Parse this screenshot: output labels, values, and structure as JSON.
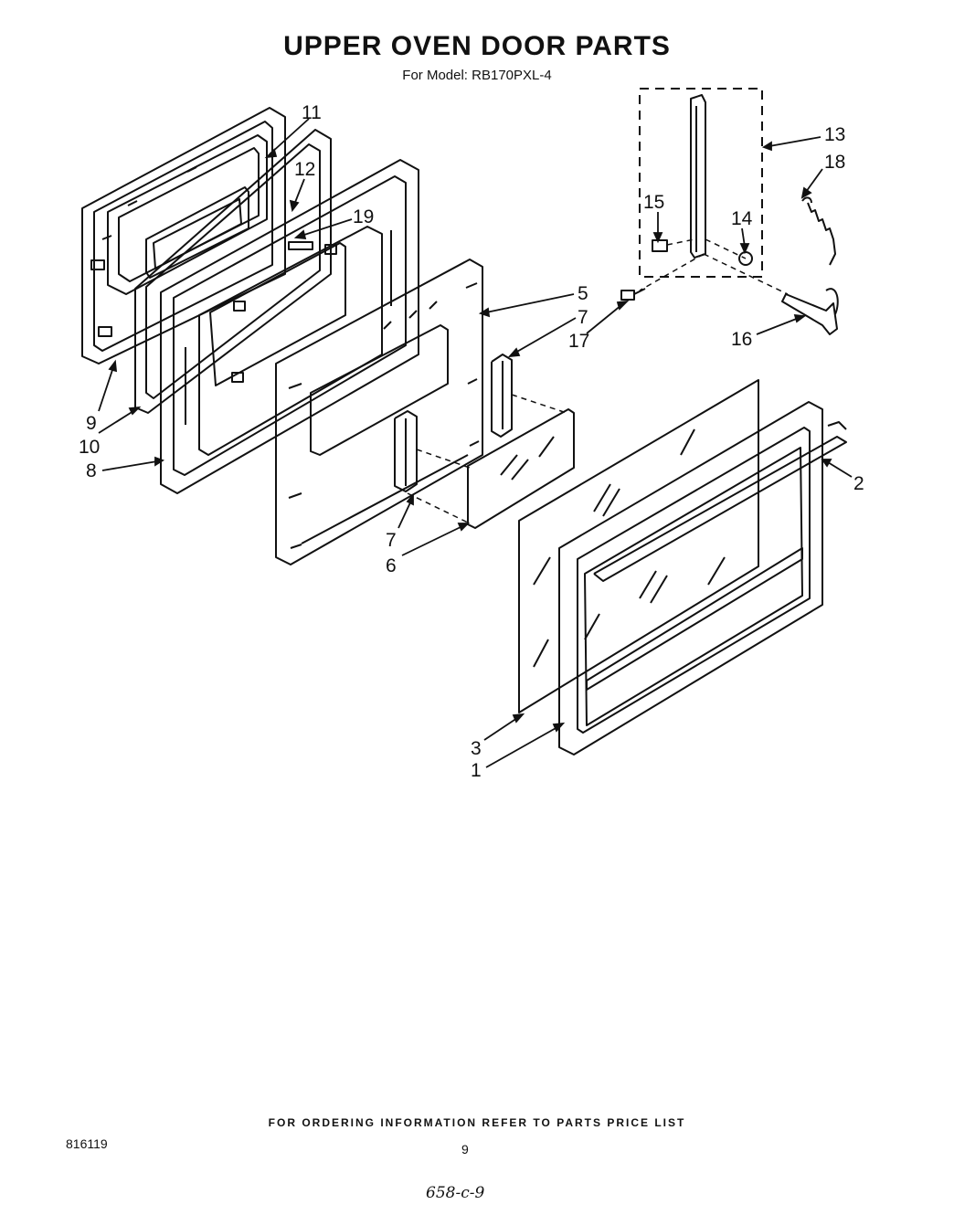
{
  "header": {
    "title": "UPPER OVEN DOOR PARTS",
    "subtitle": "For Model: RB170PXL-4"
  },
  "callouts": {
    "c1": "1",
    "c2": "2",
    "c3": "3",
    "c5": "5",
    "c6": "6",
    "c7a": "7",
    "c7b": "7",
    "c8": "8",
    "c9": "9",
    "c10": "10",
    "c11": "11",
    "c12": "12",
    "c13": "13",
    "c14": "14",
    "c15": "15",
    "c16": "16",
    "c17": "17",
    "c18": "18",
    "c19": "19"
  },
  "footer": {
    "note": "FOR ORDERING INFORMATION REFER TO PARTS PRICE LIST",
    "doc_number": "816119",
    "page_number": "9",
    "handwritten": "658-c-9"
  }
}
